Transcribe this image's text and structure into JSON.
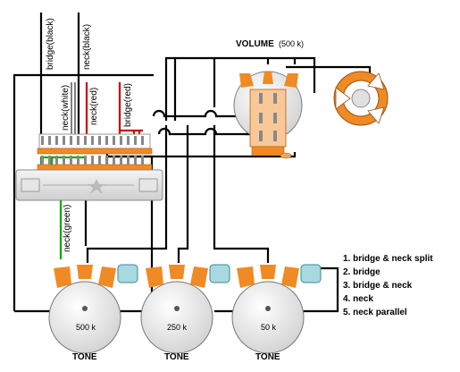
{
  "wire_labels": {
    "bridge_black": "bridge(black)",
    "neck_black": "neck(black)",
    "neck_white": "neck(white)",
    "neck_red": "neck(red)",
    "bridge_red": "bridge(red)",
    "neck_green": "neck(green)"
  },
  "volume": {
    "label": "VOLUME",
    "value": "(500 k)"
  },
  "tone_pots": [
    {
      "label": "TONE",
      "value": "500 k"
    },
    {
      "label": "TONE",
      "value": "250 k"
    },
    {
      "label": "TONE",
      "value": "50 k"
    }
  ],
  "legend": [
    "1. bridge & neck split",
    "2. bridge",
    "3. bridge & neck",
    "4. neck",
    "5. neck parallel"
  ],
  "colors": {
    "wire": "#000000",
    "wire_red": "#cc0000",
    "wire_green": "#00aa00",
    "lug_orange": "#f08a24",
    "pot_body": "#e8e8e8",
    "cap_teal": "#a8d8e0"
  }
}
